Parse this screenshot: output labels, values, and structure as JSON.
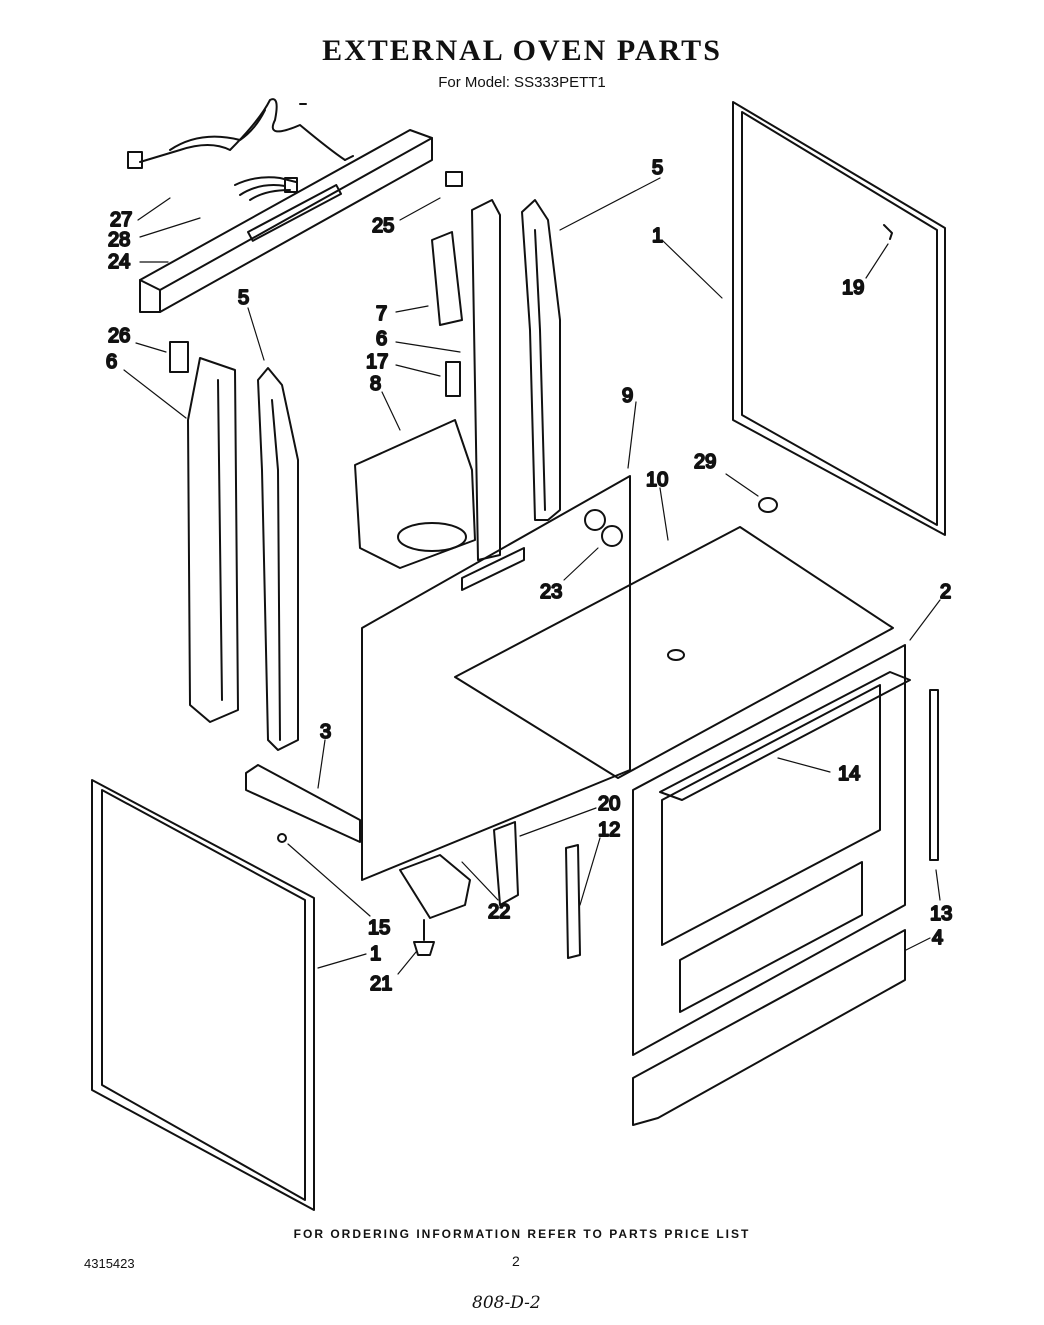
{
  "title": "EXTERNAL OVEN PARTS",
  "subtitle": "For Model: SS333PETT1",
  "callouts": [
    "27",
    "28",
    "24",
    "25",
    "5",
    "1",
    "19",
    "26",
    "6",
    "5",
    "7",
    "6",
    "17",
    "8",
    "9",
    "29",
    "10",
    "23",
    "2",
    "3",
    "14",
    "20",
    "12",
    "15",
    "22",
    "13",
    "1",
    "21",
    "4"
  ],
  "footer_note": "FOR ORDERING INFORMATION REFER TO PARTS PRICE LIST",
  "doc_number": "4315423",
  "page_number": "2",
  "handwritten_code": "808-D-2"
}
